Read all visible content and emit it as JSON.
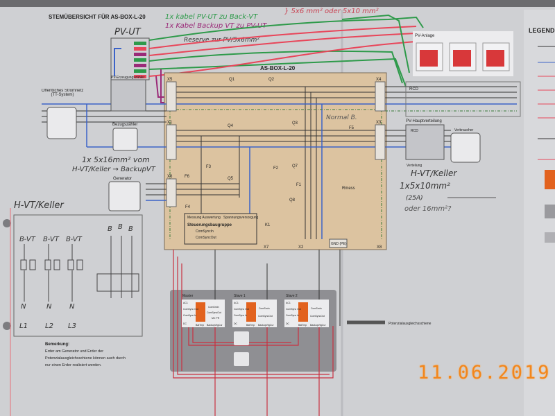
{
  "header": {
    "title": "STEMÜBERSICHT FÜR AS-BOX-L-20",
    "legend_title": "LEGENDE"
  },
  "handwritten": {
    "cable_green": "1x kabel PV-UT zu Back-VT",
    "cable_purple": "1x Kabel Backup VT zu PV-UT",
    "cable_size": "} 5x6 mm² oder 5x10 mm²",
    "pv_ut": "PV-UT",
    "reserve": "Reserve zur PV/5x6mm²",
    "feed_cable": "1x 5x16mm² vom",
    "feed_cable_2": "H-VT/Keller → BackupVT",
    "normal_b": "Normal B.",
    "hvt_keller_right": "H-VT/Keller",
    "right_cable": "1x5x10mm²",
    "right_fuse": "(25A)",
    "right_alt": "oder 16mm²?",
    "hvt_keller_left": "H-VT/Keller",
    "bvt": [
      "B-VT",
      "B-VT",
      "B-VT"
    ],
    "b_labels": [
      "B",
      "B",
      "B"
    ],
    "phases": [
      "L1",
      "L2",
      "L3"
    ],
    "n_labels": [
      "N",
      "N",
      "N"
    ]
  },
  "diagram": {
    "box_title": "AS-BOX-L-20",
    "grid_label": "Öffentliches Stromnetz (TT-System)",
    "pv_meter": "PV-Erzeugungszähler",
    "meter_label": "Bezugszähler",
    "generator": "Generator",
    "pv_plant": "PV-Anlage",
    "pv_dist": "PV-Hauptverteilung",
    "consumer": "Verbraucher",
    "distribution": "Verteilung",
    "rcd": "RCD",
    "terminals": [
      "X5",
      "X1",
      "X6",
      "X4",
      "X3",
      "X2",
      "X7",
      "X8"
    ],
    "switches": [
      "Q1",
      "Q2",
      "Q3",
      "Q4",
      "Q5",
      "Q7",
      "Q8"
    ],
    "fuses": [
      "F1",
      "F2",
      "F3",
      "F4",
      "F5",
      "F6"
    ],
    "k1": "K1",
    "rmess": "Rmess",
    "control_title": "Steuerungsbaugruppe",
    "measurement": "Messung Auswertung",
    "power_supply": "Spannungsversorgung",
    "comsync_in": "ComSyncIn",
    "comsync_out": "ComSyncOut",
    "gnd": "GND (PE)",
    "pot_bar": "Potenzialausgleichsschiene",
    "inverters": [
      {
        "name": "Master",
        "ac": "AC1",
        "out": "ComSync Out",
        "in": "ComSync In",
        "dc": "DC",
        "bat": "BatTmp",
        "backup": "BackupVtgCur",
        "cs_in": "ComSmIn",
        "cs_out": "ComSyncOut",
        "mc": "MC PR"
      },
      {
        "name": "Slave 1",
        "ac": "AC1",
        "out": "ComSync Out",
        "in": "ComSync In",
        "dc": "DC",
        "bat": "BatTmp",
        "backup": "BackupVtgCur",
        "cs_in": "ComSmIn",
        "cs_out": "ComSyncOut"
      },
      {
        "name": "Slave 2",
        "ac": "AC1",
        "out": "ComSync Out",
        "in": "ComSync In",
        "dc": "DC",
        "bat": "BatTmp",
        "backup": "BackupVtgCur",
        "cs_in": "ComSmIn",
        "cs_out": "ComSyncOut"
      }
    ]
  },
  "remark": {
    "title": "Bemerkung:",
    "lines": [
      "Erder am Generator und Erder der",
      "Potenzialausgleichsschiene können auch durch",
      "nur einen Erder realisiert werden."
    ]
  },
  "date_stamp": "11.06.2019",
  "colors": {
    "box": "#dcc3a0",
    "red_wire": "#e8465a",
    "green_wire": "#2e9a4a",
    "blue_wire": "#3b63c8",
    "purple_wire": "#9a2a78",
    "date": "#f2861c",
    "inverter": "#e2621e"
  }
}
